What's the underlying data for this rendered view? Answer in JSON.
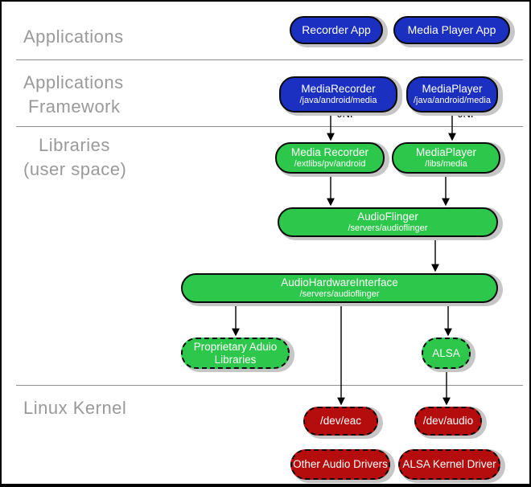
{
  "sections": {
    "applications": {
      "label": "Applications"
    },
    "framework": {
      "line1": "Applications",
      "line2": "Framework"
    },
    "libraries": {
      "line1": "Libraries",
      "line2": "(user space)"
    },
    "kernel": {
      "label": "Linux Kernel"
    }
  },
  "nodes": {
    "recorder_app": {
      "title": "Recorder App"
    },
    "media_player_app": {
      "title": "Media Player App"
    },
    "media_recorder_fw": {
      "title": "MediaRecorder",
      "subtitle": "/java/android/media"
    },
    "media_player_fw": {
      "title": "MediaPlayer",
      "subtitle": "/java/android/media"
    },
    "media_recorder_lib": {
      "title": "Media Recorder",
      "subtitle": "/extlibs/pv/android"
    },
    "media_player_lib": {
      "title": "MediaPlayer",
      "subtitle": "/libs/media"
    },
    "audioflinger": {
      "title": "AudioFlinger",
      "subtitle": "/servers/audioflinger"
    },
    "audio_hw_interface": {
      "title": "AudioHardwareInterface",
      "subtitle": "/servers/audioflinger"
    },
    "proprietary_audio": {
      "title": "Proprietary Aduio",
      "subtitle": "Libraries"
    },
    "alsa": {
      "title": "ALSA"
    },
    "dev_eac": {
      "title": "/dev/eac"
    },
    "dev_audio": {
      "title": "/dev/audio"
    },
    "other_audio_drivers": {
      "title": "Other Audio Drivers"
    },
    "alsa_kernel_driver": {
      "title": "ALSA Kernel Driver"
    }
  },
  "edge_labels": [
    {
      "text": "JNI"
    },
    {
      "text": "JNI"
    }
  ],
  "colors": {
    "app_blue": "#1b2fc0",
    "lib_green": "#2dc84b",
    "kernel_red": "#b50d0d",
    "label_gray": "#9a9a9a"
  }
}
